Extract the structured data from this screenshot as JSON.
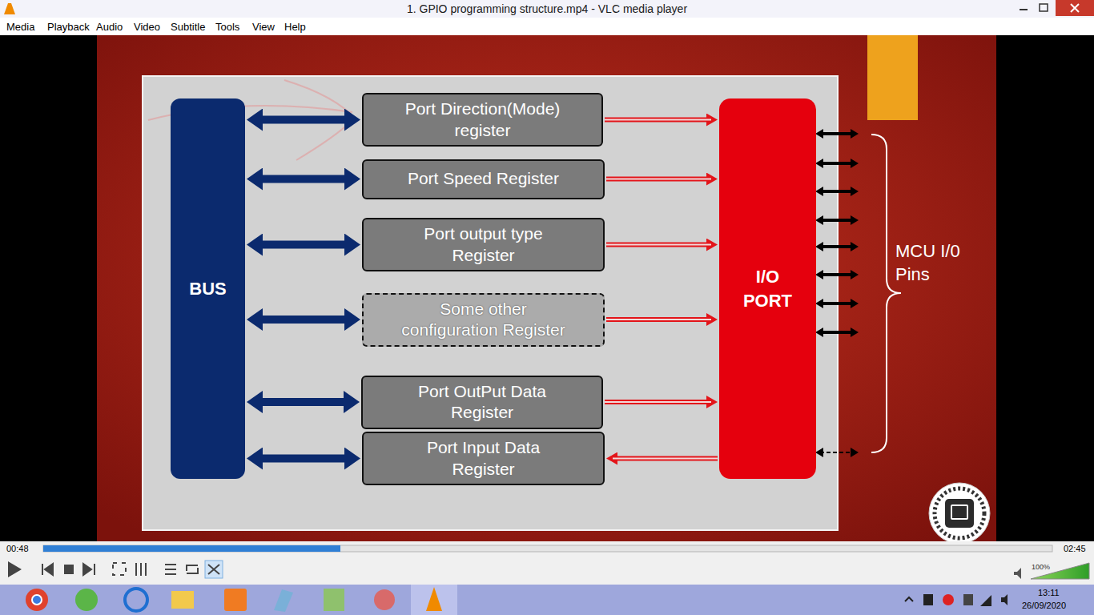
{
  "diagram": {
    "nodes": [
      {
        "text": [
          "BUS"
        ]
      },
      {
        "text": [
          "Port Direction(Mode) register"
        ]
      },
      {
        "text": [
          "Port Speed Register"
        ]
      },
      {
        "text": [
          "Port output type Register"
        ]
      },
      {
        "text": [
          "Some other configuration Register"
        ]
      },
      {
        "text": [
          "Port OutPut Data Register"
        ]
      },
      {
        "text": [
          "Port Input Data Register"
        ]
      },
      {
        "text": [
          "I/O PORT"
        ]
      }
    ],
    "edges": [
      {
        "from": 0,
        "to": 1,
        "arrow": "both"
      },
      {
        "from": 0,
        "to": 2,
        "arrow": "both"
      },
      {
        "from": 0,
        "to": 3,
        "arrow": "both"
      },
      {
        "from": 0,
        "to": 4,
        "arrow": "both"
      },
      {
        "from": 0,
        "to": 5,
        "arrow": "both"
      },
      {
        "from": 0,
        "to": 6,
        "arrow": "both"
      },
      {
        "from": 1,
        "to": 7,
        "arrow": "to"
      },
      {
        "from": 2,
        "to": 7,
        "arrow": "to"
      },
      {
        "from": 3,
        "to": 7,
        "arrow": "to"
      },
      {
        "from": 4,
        "to": 7,
        "arrow": "to"
      },
      {
        "from": 5,
        "to": 7,
        "arrow": "to"
      },
      {
        "from": 7,
        "to": 6,
        "arrow": "to"
      }
    ],
    "labels": [
      "1. GPIO programming structure.mp4 - VLC media player",
      "Media",
      "Playback",
      "Audio",
      "Video",
      "Subtitle",
      "Tools",
      "View",
      "Help",
      "MCU I/0 Pins",
      "00:48",
      "02:45",
      "100%",
      "13:11",
      "26/09/2020"
    ]
  }
}
